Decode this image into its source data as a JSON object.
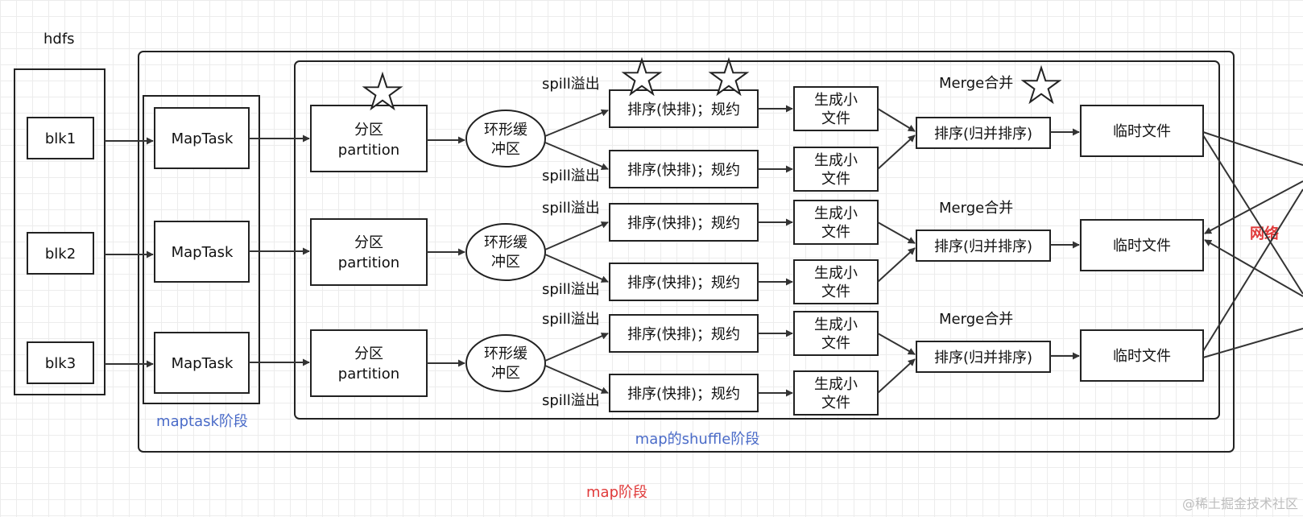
{
  "labels": {
    "hdfs": "hdfs",
    "maptask_stage": "maptask阶段",
    "map_shuffle_stage": "map的shuffle阶段",
    "map_stage": "map阶段",
    "network": "网络",
    "watermark": "@稀土掘金技术社区"
  },
  "blocks": [
    "blk1",
    "blk2",
    "blk3"
  ],
  "maptask": "MapTask",
  "partition": {
    "line1": "分区",
    "line2": "partition"
  },
  "ring_buffer": {
    "line1": "环形缓",
    "line2": "冲区"
  },
  "spill": "spill溢出",
  "sort_reduce": "排序(快排)；规约",
  "small_file": {
    "line1": "生成小",
    "line2": "文件"
  },
  "merge": "Merge合并",
  "merge_sort": "排序(归并排序)",
  "temp_file": "临时文件",
  "colors": {
    "stage_label": "#4a6bc8",
    "map_label": "#e03b3b",
    "network": "#e03b3b"
  }
}
